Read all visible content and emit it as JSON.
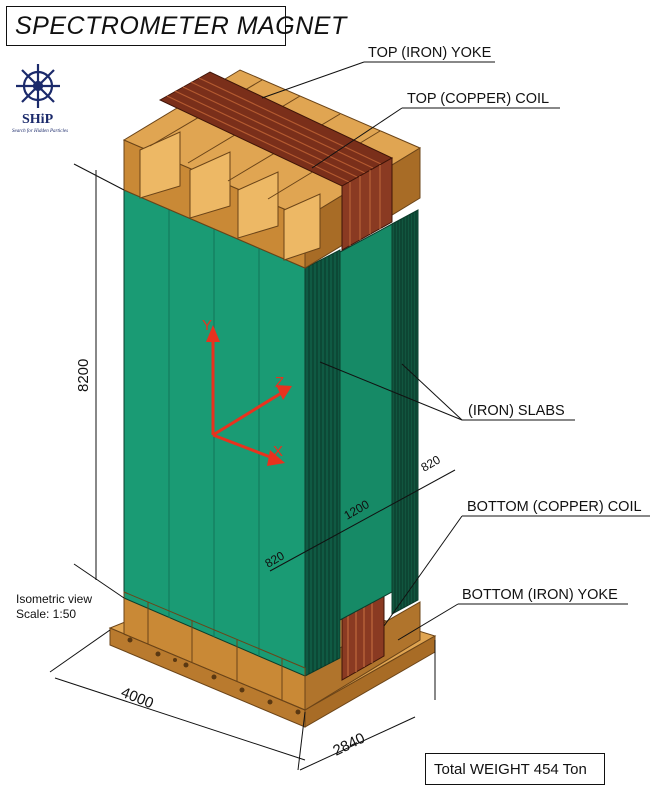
{
  "title": "SPECTROMETER MAGNET",
  "logo": {
    "name": "SHiP",
    "tagline": "Search for Hidden Particles"
  },
  "labels": {
    "top_yoke": "TOP (IRON) YOKE",
    "top_coil": "TOP (COPPER) COIL",
    "slabs": "(IRON) SLABS",
    "bottom_coil": "BOTTOM (COPPER) COIL",
    "bottom_yoke": "BOTTOM (IRON) YOKE"
  },
  "dimensions": {
    "height": "8200",
    "length": "4000",
    "width": "2840",
    "gap": "1200",
    "slab_left": "820",
    "slab_right": "820"
  },
  "axes": {
    "x": "X",
    "y": "Y",
    "z": "Z"
  },
  "view": {
    "line1": "Isometric view",
    "line2": "Scale:  1:50"
  },
  "weight": "Total WEIGHT 454 Ton",
  "colors": {
    "slab_green": "#1a9b74",
    "yoke_orange": "#d89a42",
    "coil_copper": "#8a3a22",
    "axis_red": "#e8321e"
  }
}
